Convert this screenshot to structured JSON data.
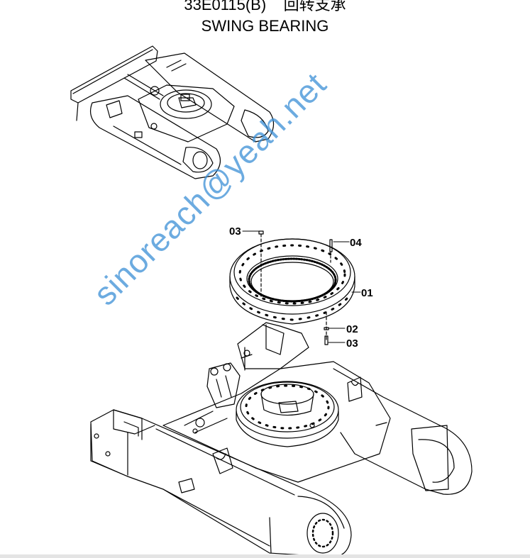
{
  "header": {
    "code": "33E0115(B)",
    "chinese": "回转支承",
    "title_en": "SWING BEARING"
  },
  "callouts": [
    {
      "id": "03",
      "label": "03"
    },
    {
      "id": "04",
      "label": "04"
    },
    {
      "id": "01",
      "label": "01"
    },
    {
      "id": "02",
      "label": "02"
    },
    {
      "id": "03b",
      "label": "03"
    }
  ],
  "watermark": {
    "text": "sinoreach@yeah.net",
    "color": "#3b8fd6"
  }
}
